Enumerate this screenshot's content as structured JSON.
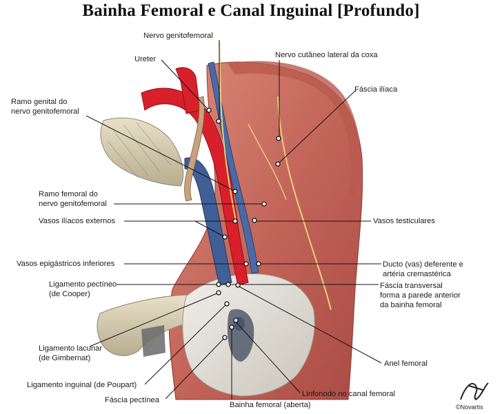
{
  "title": "Bainha Femoral e Canal Inguinal [Profundo]",
  "labels": {
    "nervo_genitofemoral": "Nervo genitofemoral",
    "ureter": "Ureter",
    "nervo_cutaneo": "Nervo cutâneo lateral da coxa",
    "fascia_iliaca": "Fáscia ilíaca",
    "ramo_genital_1": "Ramo genital do",
    "ramo_genital_2": "nervo genitofemoral",
    "ramo_femoral_1": "Ramo femoral do",
    "ramo_femoral_2": "nervo genitofemoral",
    "vasos_iliacos": "Vasos ilíacos externos",
    "vasos_testiculares": "Vasos testiculares",
    "vasos_epigastricos": "Vasos epigástricos inferiores",
    "ducto_1": "Ducto (vas) deferente e",
    "ducto_2": "artéria cremastérica",
    "lig_pectineo_1": "Ligamento pectíneo",
    "lig_pectineo_2": "(de Cooper)",
    "fascia_transversal_1": "Fáscia transversal",
    "fascia_transversal_2": "forma a parede anterior",
    "fascia_transversal_3": "da bainha femoral",
    "lig_lacunar_1": "Ligamento lacunar",
    "lig_lacunar_2": "(de Gimbernat)",
    "anel_femoral": "Anel femoral",
    "lig_inguinal": "Ligamento inguinal (de Poupart)",
    "linfonodo": "Linfonodo no canal femoral",
    "fascia_pectinea": "Fáscia pectínea",
    "bainha_femoral": "Bainha femoral (aberta)"
  },
  "signature": "F. Netter",
  "publisher": "©Novartis",
  "colors": {
    "artery": "#d8202a",
    "vein": "#3f5f96",
    "muscle": "#c86a5c",
    "bone": "#d9cfb3",
    "fascia": "#e7e4dc",
    "nerve": "#e8d27a",
    "line": "#111111"
  }
}
